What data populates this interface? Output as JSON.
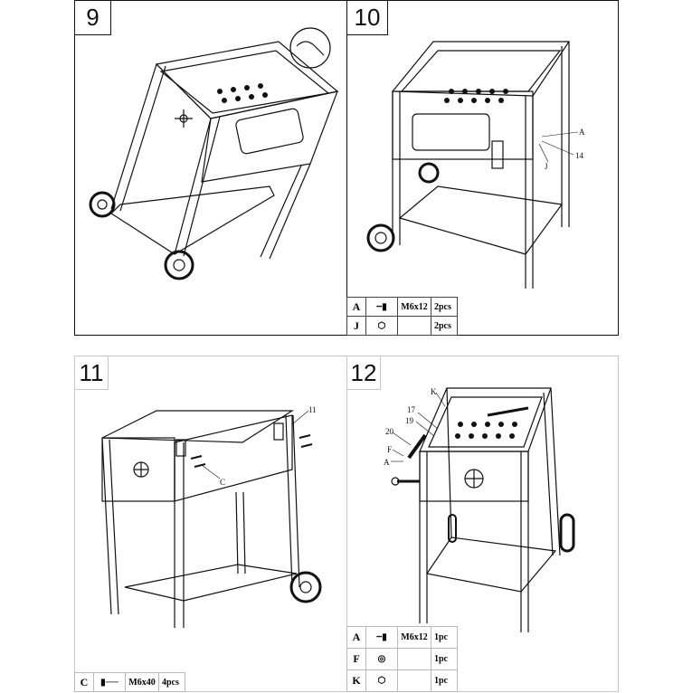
{
  "steps": [
    {
      "number": "9",
      "callouts": []
    },
    {
      "number": "10",
      "callouts": [
        "A",
        "14",
        "J"
      ],
      "parts": [
        {
          "letter": "A",
          "icon": "bolt-icon",
          "size": "M6x12",
          "qty": "2pcs"
        },
        {
          "letter": "J",
          "icon": "nut-icon",
          "size": "",
          "qty": "2pcs"
        }
      ]
    },
    {
      "number": "11",
      "callouts": [
        "11",
        "C"
      ],
      "parts": [
        {
          "letter": "C",
          "icon": "long-bolt-icon",
          "size": "M6x40",
          "qty": "4pcs"
        }
      ]
    },
    {
      "number": "12",
      "callouts": [
        "K",
        "17",
        "19",
        "20",
        "F",
        "A"
      ],
      "parts": [
        {
          "letter": "A",
          "icon": "bolt-icon",
          "size": "M6x12",
          "qty": "1pc"
        },
        {
          "letter": "F",
          "icon": "washer-icon",
          "size": "",
          "qty": "1pc"
        },
        {
          "letter": "K",
          "icon": "nut-icon",
          "size": "",
          "qty": "1pc"
        }
      ]
    }
  ]
}
